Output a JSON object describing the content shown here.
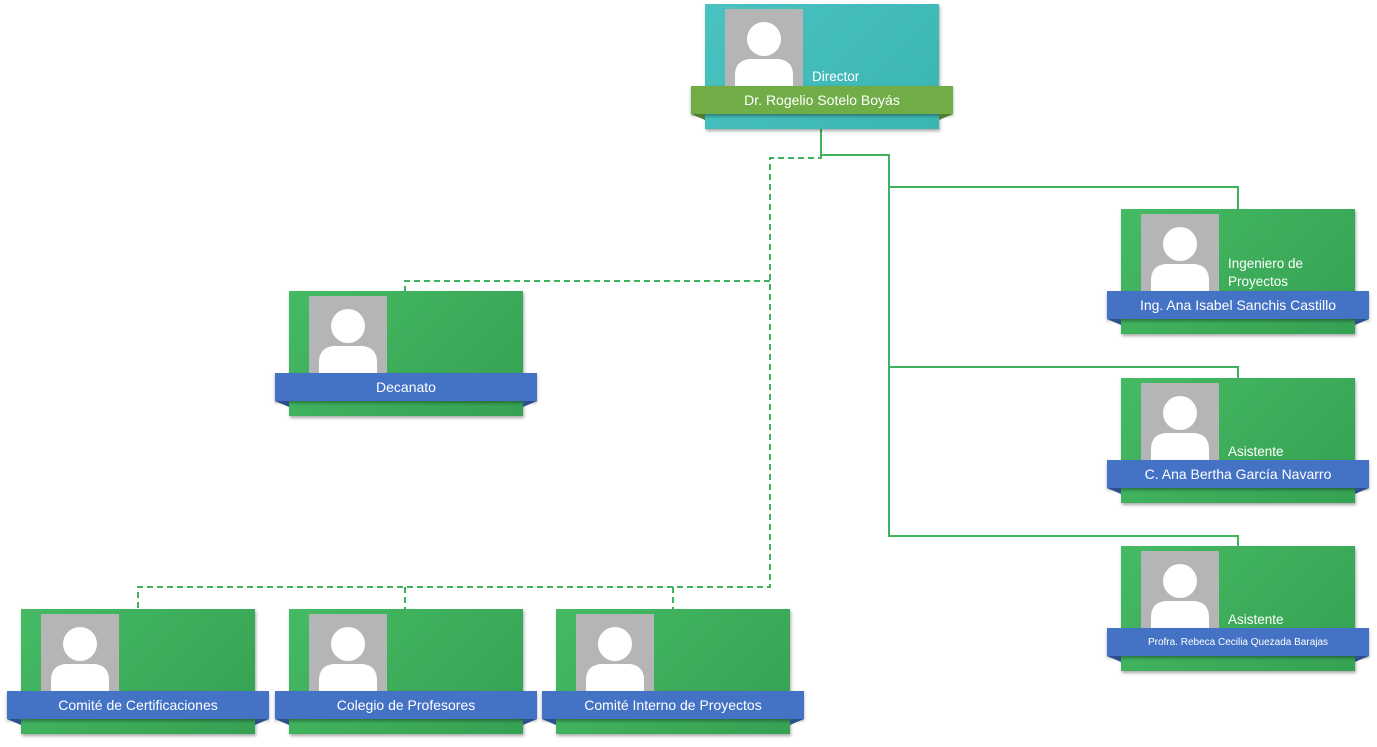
{
  "director": {
    "role": "Director",
    "name": "Dr. Rogelio Sotelo Boyás"
  },
  "staff": [
    {
      "role": "Ingeniero de Proyectos",
      "name": "Ing. Ana Isabel Sanchis Castillo"
    },
    {
      "role": "Asistente",
      "name": "C. Ana Bertha García Navarro"
    },
    {
      "role": "Asistente",
      "name": "Profra. Rebeca Cecilia Quezada Barajas"
    }
  ],
  "advisory": {
    "name": "Decanato"
  },
  "committees": [
    {
      "name": "Comité de Certificaciones"
    },
    {
      "name": "Colegio de Profesores"
    },
    {
      "name": "Comité Interno de Proyectos"
    }
  ],
  "colors": {
    "card": "#3faa5a",
    "director_card": "#45bdbb",
    "banner": "#4472c4",
    "director_banner": "#70ad47",
    "connector": "#3fb25c"
  }
}
